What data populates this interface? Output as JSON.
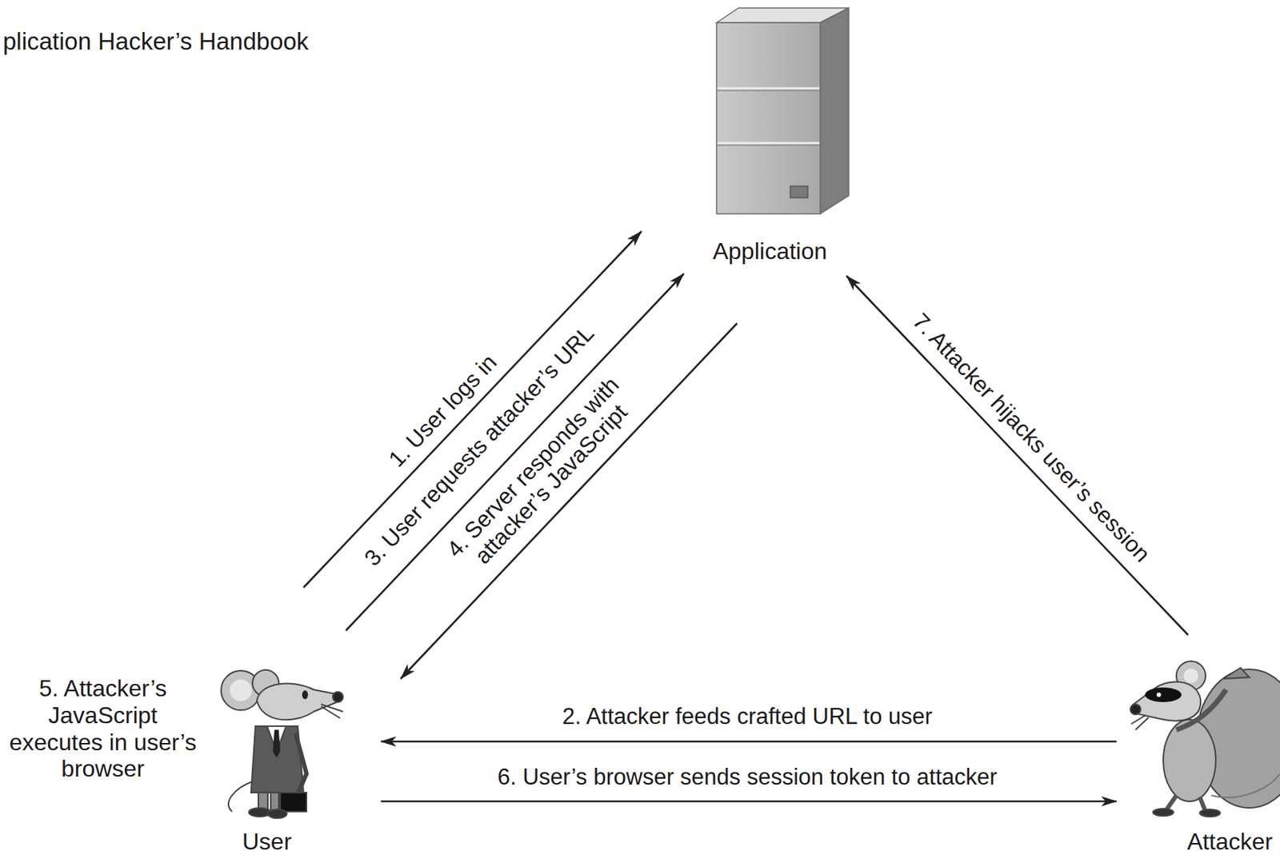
{
  "diagram": {
    "nodes": [
      {
        "text": [
          "Application"
        ]
      },
      {
        "text": [
          "User"
        ]
      },
      {
        "text": [
          "Attacker"
        ]
      }
    ],
    "edges": [
      {
        "from": 1,
        "to": 0,
        "label": "1. User logs in",
        "arrow": "to"
      },
      {
        "from": 2,
        "to": 1,
        "label": "2. Attacker feeds crafted URL to user",
        "arrow": "to"
      },
      {
        "from": 1,
        "to": 0,
        "label": "3. User requests attacker’s URL",
        "arrow": "to"
      },
      {
        "from": 0,
        "to": 1,
        "label": "4. Server responds with attacker’s JavaScript",
        "arrow": "to"
      },
      {
        "from": 1,
        "to": 2,
        "label": "6. User’s browser sends session token to attacker",
        "arrow": "to"
      },
      {
        "from": 2,
        "to": 0,
        "label": "7. Attacker hijacks user’s session",
        "arrow": "to"
      }
    ],
    "labels": [
      "plication Hacker’s Handbook",
      "5. Attacker’s JavaScript executes in user’s browser"
    ]
  }
}
